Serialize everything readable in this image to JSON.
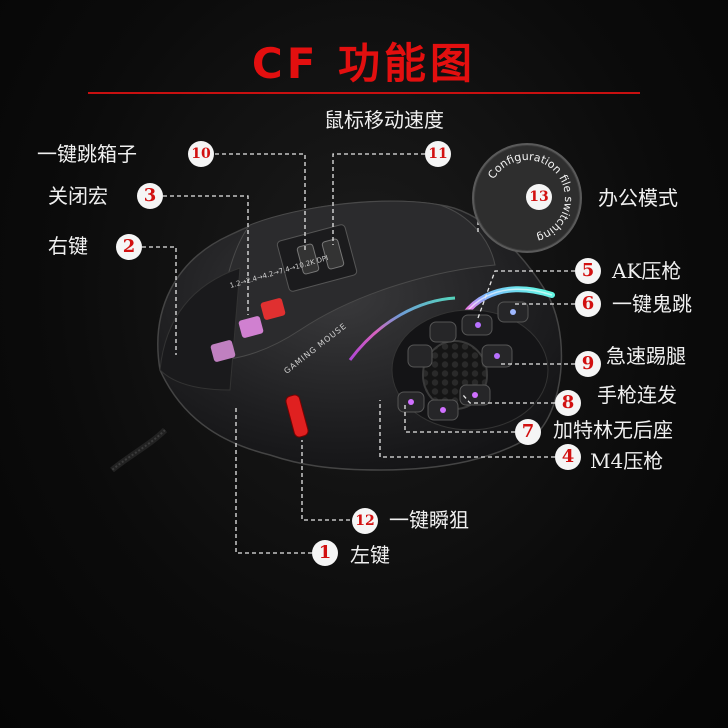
{
  "title": "CF  功能图",
  "disc_text": "Configuration file switching",
  "side_text": "GAMING MOUSE",
  "dpi_text": "1.2→2.4→4.2→7.4→10.2K DPI",
  "features": [
    {
      "num": "1",
      "label": "左键"
    },
    {
      "num": "2",
      "label": "右键"
    },
    {
      "num": "3",
      "label": "关闭宏"
    },
    {
      "num": "4",
      "label": "M4压枪"
    },
    {
      "num": "5",
      "label": "AK压枪"
    },
    {
      "num": "6",
      "label": "一键鬼跳"
    },
    {
      "num": "7",
      "label": "加特林无后座"
    },
    {
      "num": "8",
      "label": "手枪连发"
    },
    {
      "num": "9",
      "label": "急速踢腿"
    },
    {
      "num": "10",
      "label": "一键跳箱子"
    },
    {
      "num": "11",
      "label": "鼠标移动速度"
    },
    {
      "num": "12",
      "label": "一键瞬狙"
    },
    {
      "num": "13",
      "label": "办公模式"
    }
  ],
  "colors": {
    "accent": "#e30f0f",
    "badge_bg": "#f5f5f5",
    "label": "#f0f0f0"
  }
}
